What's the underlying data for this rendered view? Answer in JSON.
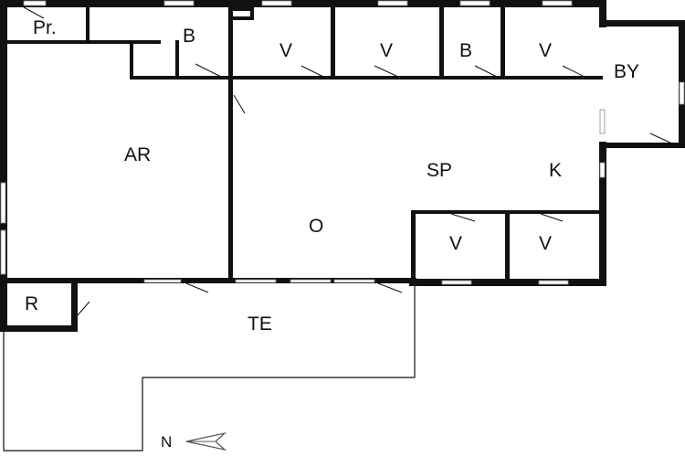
{
  "rooms": [
    {
      "label": "Pr."
    },
    {
      "label": "B"
    },
    {
      "label": "V"
    },
    {
      "label": "V"
    },
    {
      "label": "B"
    },
    {
      "label": "V"
    },
    {
      "label": "BY"
    },
    {
      "label": "AR"
    },
    {
      "label": "SP"
    },
    {
      "label": "K"
    },
    {
      "label": "O"
    },
    {
      "label": "V"
    },
    {
      "label": "V"
    },
    {
      "label": "R"
    },
    {
      "label": "TE"
    }
  ],
  "compass": {
    "label": "N"
  },
  "colors": {
    "wall": "#111111",
    "background": "#ffffff"
  }
}
